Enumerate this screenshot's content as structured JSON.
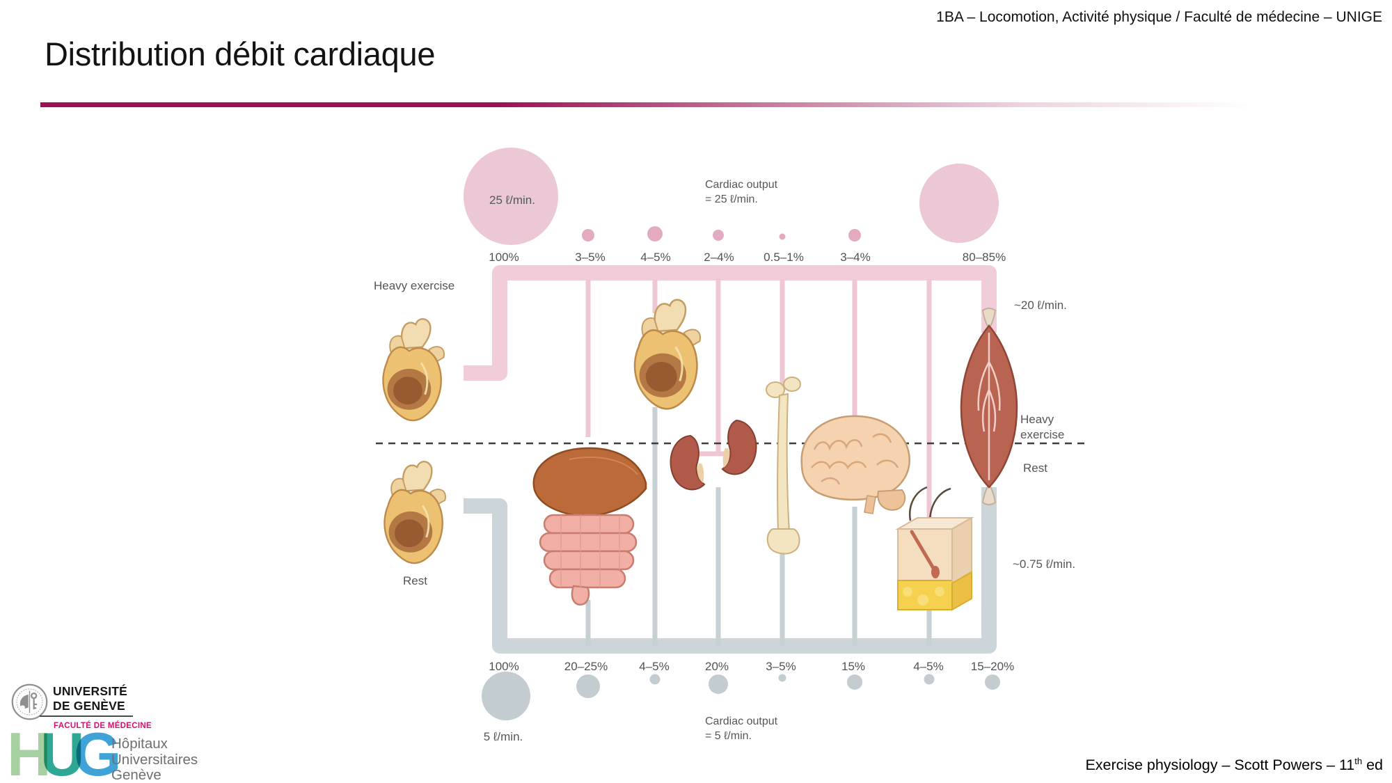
{
  "header": {
    "course": "1BA – Locomotion, Activité physique / Faculté de médecine – UNIGE"
  },
  "title": "Distribution débit cardiaque",
  "diagram": {
    "exercise": {
      "condition_label": "Heavy exercise",
      "output_circle_label": "25 ℓ/min.",
      "cardiac_output_line1": "Cardiac output",
      "cardiac_output_line2": "= 25 ℓ/min.",
      "percentages": [
        "100%",
        "3–5%",
        "4–5%",
        "2–4%",
        "0.5–1%",
        "3–4%",
        "80–85%"
      ],
      "muscle_flow_label": "~20 ℓ/min."
    },
    "rest": {
      "condition_label": "Rest",
      "output_circle_label": "5 ℓ/min.",
      "cardiac_output_line1": "Cardiac output",
      "cardiac_output_line2": "= 5 ℓ/min.",
      "percentages": [
        "100%",
        "20–25%",
        "4–5%",
        "20%",
        "3–5%",
        "15%",
        "4–5%",
        "15–20%"
      ],
      "muscle_flow_label": "~0.75 ℓ/min."
    },
    "divider": {
      "above_line1": "Heavy",
      "above_line2": "exercise",
      "below_label": "Rest"
    }
  },
  "chart_data": {
    "type": "table",
    "title": "Distribution of cardiac output at rest and during heavy exercise",
    "categories": [
      "total",
      "liver-gi-tract",
      "heart",
      "kidneys",
      "bone",
      "brain",
      "skin",
      "muscle"
    ],
    "series": [
      {
        "name": "Heavy exercise (cardiac output = 25 ℓ/min.)",
        "values": [
          "100%",
          "3–5%",
          "4–5%",
          "2–4%",
          "0.5–1%",
          "3–4%",
          null,
          "80–85%"
        ]
      },
      {
        "name": "Rest (cardiac output = 5 ℓ/min.)",
        "values": [
          "100%",
          "20–25%",
          "4–5%",
          "20%",
          "3–5%",
          "15%",
          "4–5%",
          "15–20%"
        ]
      }
    ],
    "annotations": [
      "~20 ℓ/min. to muscle during heavy exercise",
      "~0.75 ℓ/min. to muscle at rest"
    ]
  },
  "colors": {
    "accent_rule": "#9c1054",
    "pink_pipe": "#f1cdda",
    "pink_circle_small": "#e3abc1",
    "pink_circle_big": "#ecc8d6",
    "gray_pipe": "#ccd5d9",
    "gray_circle": "#c2ccd1",
    "faculty_magenta": "#d6116b",
    "hug_h": "#a6cfa2",
    "hug_u": "#2ea893",
    "hug_g": "#3fa3d7"
  },
  "footer": {
    "unige": {
      "line1": "UNIVERSITÉ",
      "line2": "DE GENÈVE",
      "faculty": "FACULTÉ DE MÉDECINE"
    },
    "hug": {
      "h": "H",
      "u": "U",
      "g": "G",
      "line1": "Hôpitaux",
      "line2": "Universitaires",
      "line3": "Genève"
    },
    "reference": {
      "main": "Exercise physiology – Scott Powers – 11",
      "sup": "th",
      "tail": " ed"
    }
  }
}
